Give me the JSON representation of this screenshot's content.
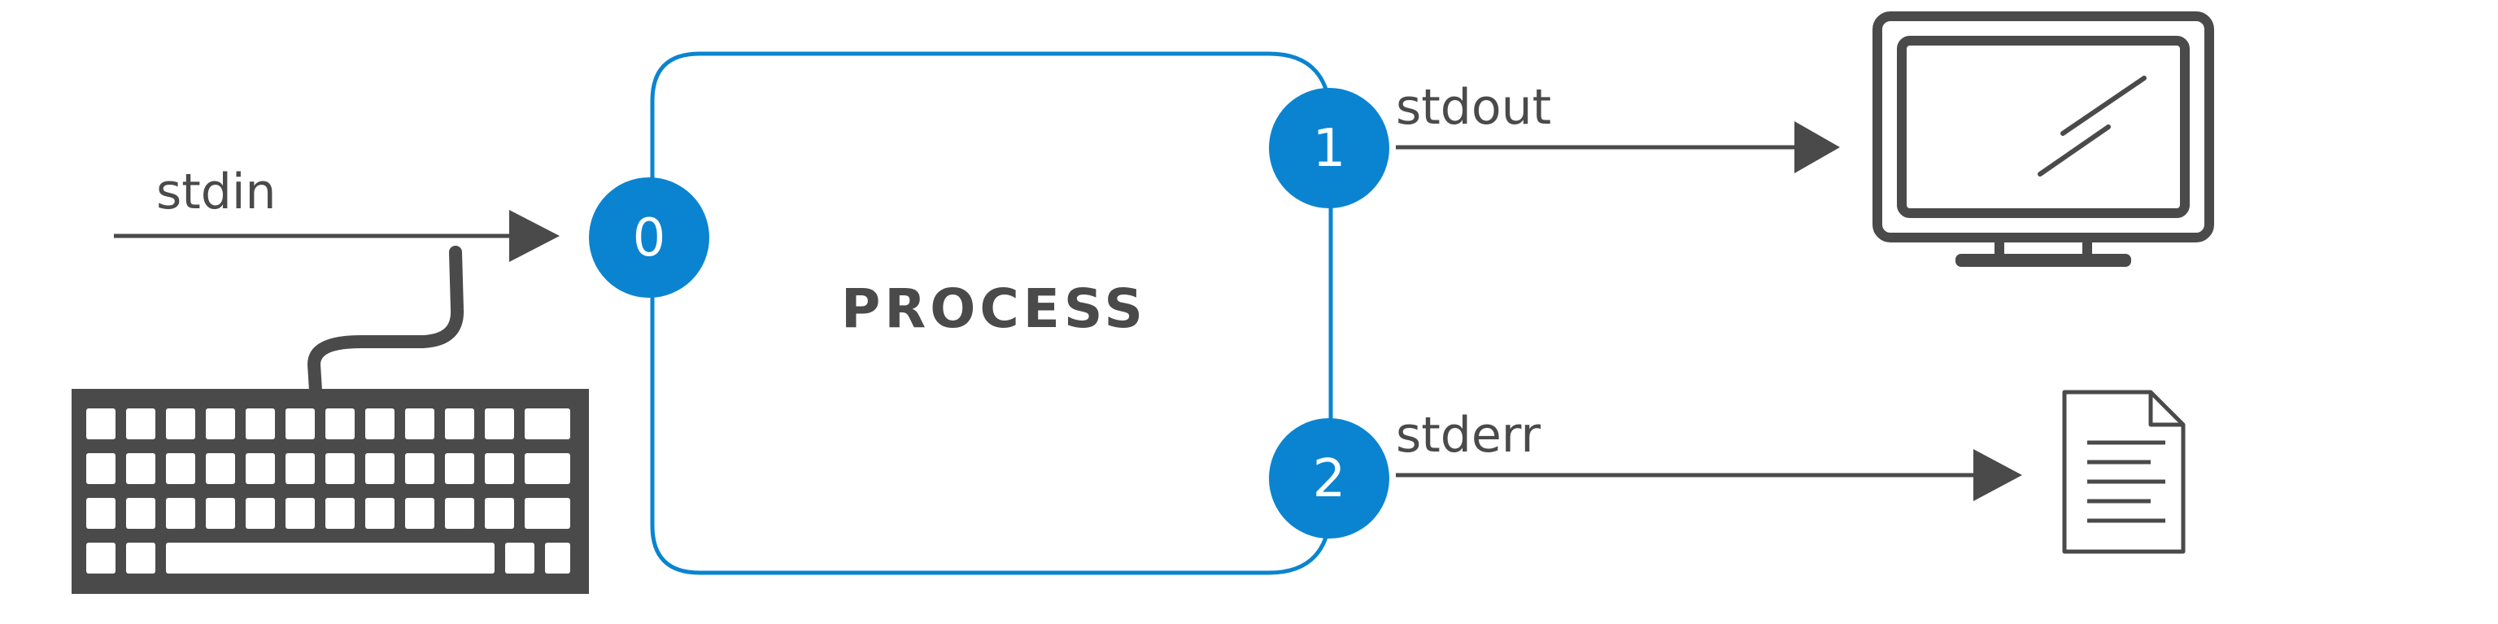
{
  "process": {
    "label": "PROCESS"
  },
  "streams": {
    "stdin": {
      "label": "stdin",
      "fd": "0"
    },
    "stdout": {
      "label": "stdout",
      "fd": "1"
    },
    "stderr": {
      "label": "stderr",
      "fd": "2"
    }
  },
  "colors": {
    "accent": "#0a84d0",
    "ink": "#4a4a4a",
    "background": "#ffffff"
  },
  "icons": {
    "input_device": "keyboard-icon",
    "output_device": "monitor-icon",
    "error_output": "document-icon"
  }
}
